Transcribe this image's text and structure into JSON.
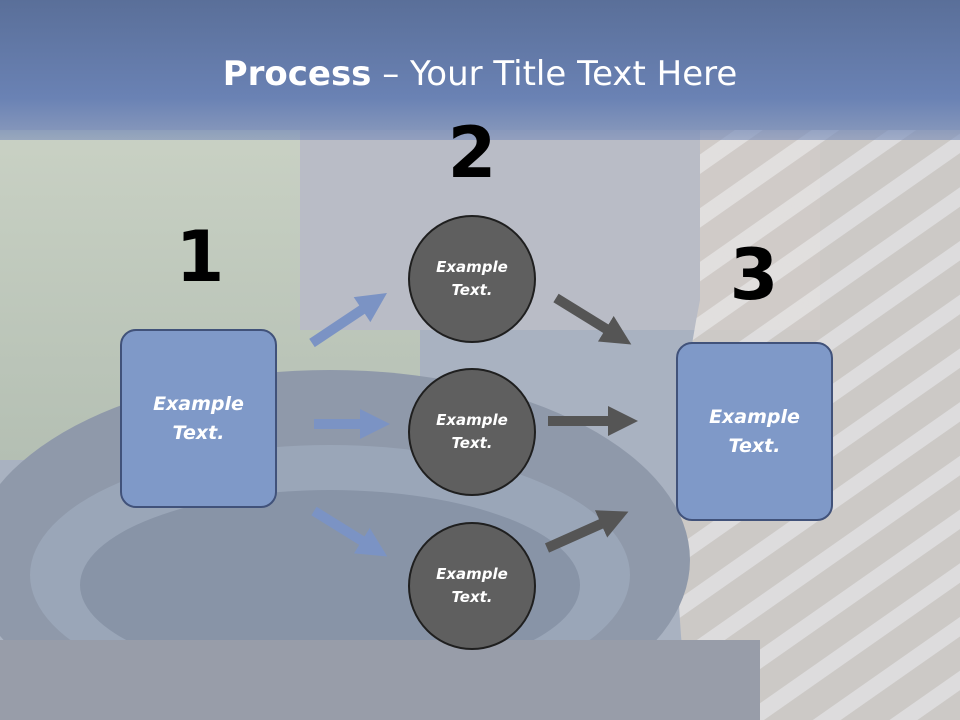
{
  "title": {
    "bold": "Process",
    "rest": " – Your Title Text Here"
  },
  "steps": {
    "one": {
      "number": "1",
      "line1": "Example",
      "line2": "Text."
    },
    "two": {
      "number": "2",
      "items": [
        {
          "line1": "Example",
          "line2": "Text."
        },
        {
          "line1": "Example",
          "line2": "Text."
        },
        {
          "line1": "Example",
          "line2": "Text."
        }
      ]
    },
    "three": {
      "number": "3",
      "line1": "Example",
      "line2": "Text."
    }
  },
  "colors": {
    "title_band": "#6a82b4",
    "box_fill": "#7f99c8",
    "box_border": "#41527a",
    "circle_fill": "#5f5f5f",
    "arrow_blue": "#7b93c4",
    "arrow_gray": "#555555"
  }
}
